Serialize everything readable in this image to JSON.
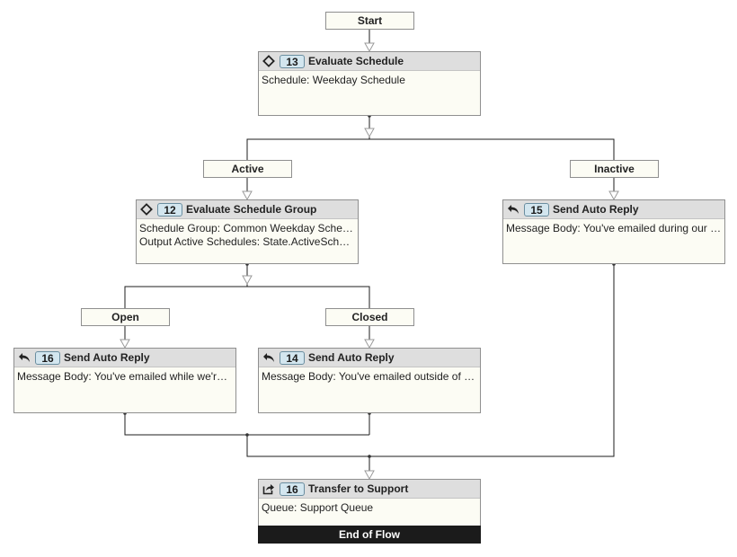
{
  "start_label": "Start",
  "end_label": "End of Flow",
  "branches": {
    "active": "Active",
    "inactive": "Inactive",
    "open": "Open",
    "closed": "Closed"
  },
  "nodes": {
    "evaluate_schedule": {
      "number": "13",
      "title": "Evaluate Schedule",
      "icon": "diamond-icon",
      "lines": [
        "Schedule: Weekday Schedule"
      ]
    },
    "evaluate_schedule_group": {
      "number": "12",
      "title": "Evaluate Schedule Group",
      "icon": "diamond-icon",
      "lines": [
        "Schedule Group: Common Weekday Sche…",
        "Output Active Schedules: State.ActiveSch…"
      ]
    },
    "send_auto_reply_15": {
      "number": "15",
      "title": "Send Auto Reply",
      "icon": "reply-icon",
      "lines": [
        "Message Body: You've emailed during our …"
      ]
    },
    "send_auto_reply_16": {
      "number": "16",
      "title": "Send Auto Reply",
      "icon": "reply-icon",
      "lines": [
        "Message Body: You've emailed while we're…"
      ]
    },
    "send_auto_reply_14": {
      "number": "14",
      "title": "Send Auto Reply",
      "icon": "reply-icon",
      "lines": [
        "Message Body: You've emailed outside of …"
      ]
    },
    "transfer_to_support": {
      "number": "16",
      "title": "Transfer to Support",
      "icon": "transfer-icon",
      "lines": [
        "Queue: Support Queue"
      ]
    }
  }
}
